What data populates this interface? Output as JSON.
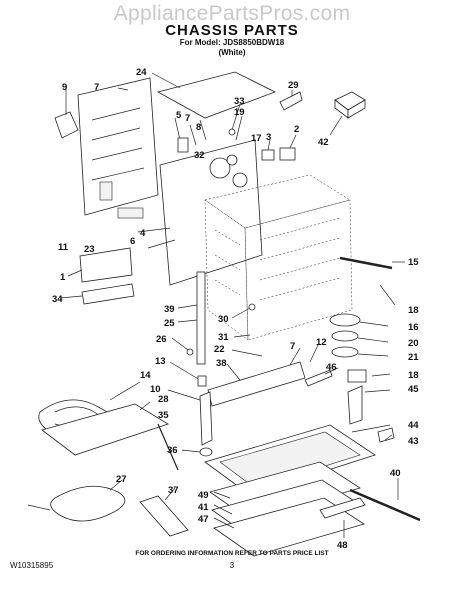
{
  "watermark": "AppliancePartsPros.com",
  "title": "CHASSIS PARTS",
  "model": "For Model: JDS8850BDW18",
  "color": "(White)",
  "footer": "FOR ORDERING INFORMATION REFER TO PARTS PRICE LIST",
  "part_number": "W10315895",
  "page_number": "3",
  "callouts": [
    "9",
    "7",
    "24",
    "29",
    "33",
    "19",
    "5",
    "7",
    "8",
    "3",
    "2",
    "42",
    "32",
    "17",
    "1",
    "11",
    "23",
    "6",
    "4",
    "15",
    "34",
    "39",
    "25",
    "30",
    "18",
    "31",
    "16",
    "26",
    "22",
    "20",
    "7",
    "12",
    "21",
    "13",
    "38",
    "18",
    "46",
    "14",
    "45",
    "10",
    "28",
    "44",
    "35",
    "43",
    "36",
    "27",
    "37",
    "49",
    "41",
    "47",
    "40",
    "48"
  ]
}
